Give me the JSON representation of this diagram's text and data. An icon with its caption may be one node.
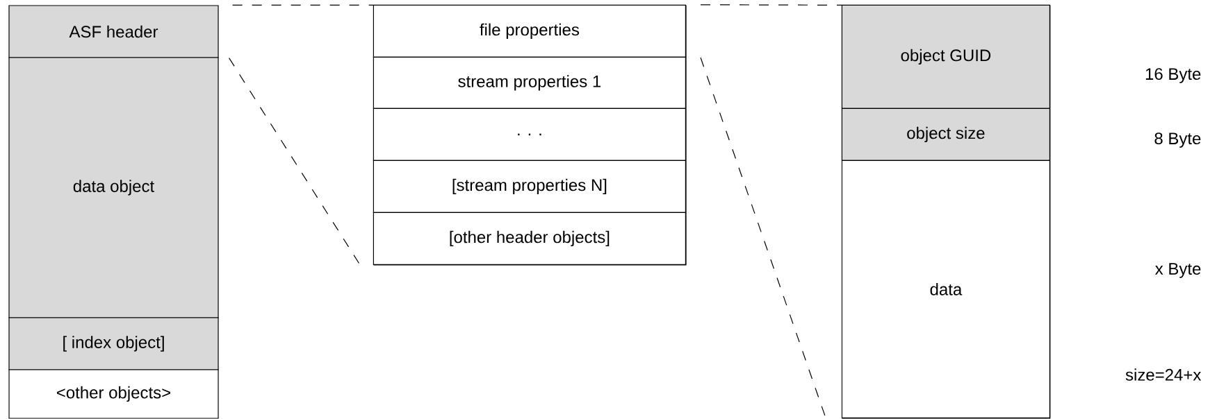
{
  "diagram": {
    "nodes": [
      {
        "text": [
          "ASF header"
        ]
      },
      {
        "text": [
          "data object"
        ]
      },
      {
        "text": [
          "[ index object]"
        ]
      },
      {
        "text": [
          "<other objects>"
        ]
      },
      {
        "text": [],
        "shape": "box"
      },
      {
        "text": [
          "file properties"
        ],
        "in": 4
      },
      {
        "text": [
          "stream properties 1"
        ],
        "in": 4
      },
      {
        "text": [
          ". . ."
        ],
        "in": 4
      },
      {
        "text": [
          "[stream properties N]"
        ],
        "in": 4
      },
      {
        "text": [
          "[other header objects]"
        ],
        "in": 4
      },
      {
        "text": [],
        "shape": "box"
      },
      {
        "text": [
          "object GUID"
        ],
        "in": 10
      },
      {
        "text": [
          "object size"
        ],
        "in": 10
      },
      {
        "text": [
          "data"
        ],
        "in": 10
      }
    ],
    "edges": [
      {
        "from": 0,
        "to": 4,
        "arrow": "none",
        "style": "dashed"
      },
      {
        "from": 0,
        "to": 4,
        "arrow": "none",
        "style": "dashed"
      },
      {
        "from": 5,
        "to": 10,
        "arrow": "none",
        "style": "dashed"
      },
      {
        "from": 5,
        "to": 10,
        "arrow": "none",
        "style": "dashed"
      }
    ],
    "labels": [
      "16 Byte",
      "8 Byte",
      "x Byte",
      "size=24+x"
    ]
  }
}
